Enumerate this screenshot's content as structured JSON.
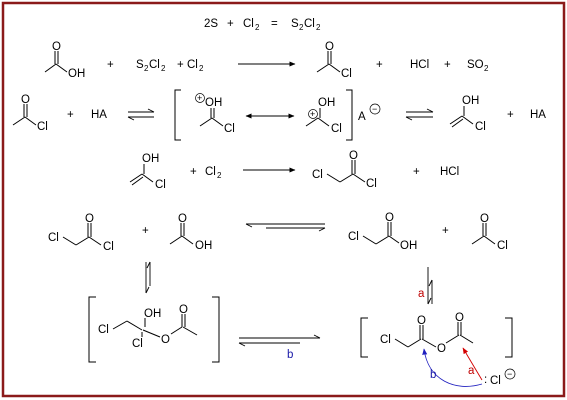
{
  "header": {
    "lhs_a": "2S",
    "plus": "+",
    "cl": "Cl",
    "two": "2",
    "eq": "=",
    "s": "S",
    "cl2": "Cl",
    "two_b": "2"
  },
  "atoms": {
    "O": "O",
    "OH": "OH",
    "Cl": "Cl",
    "A": "A",
    "HA": "HA",
    "HCl": "HCl",
    "SO": "SO",
    "two": "2",
    "S": "S",
    "Cl2": "Cl",
    "plus": "+",
    "minus": "−",
    "oplus": "+",
    "colon": ":",
    "O_neg": "O"
  },
  "labels": {
    "a_upper": "a",
    "b_middle": "b",
    "a_arc": "a",
    "b_arc": "b"
  },
  "colors": {
    "frame": "#8b1a1a",
    "label_a": "#c00000",
    "label_b": "#1a1aa8",
    "arrow_a": "#d40000",
    "arrow_b": "#1f1fbf"
  }
}
